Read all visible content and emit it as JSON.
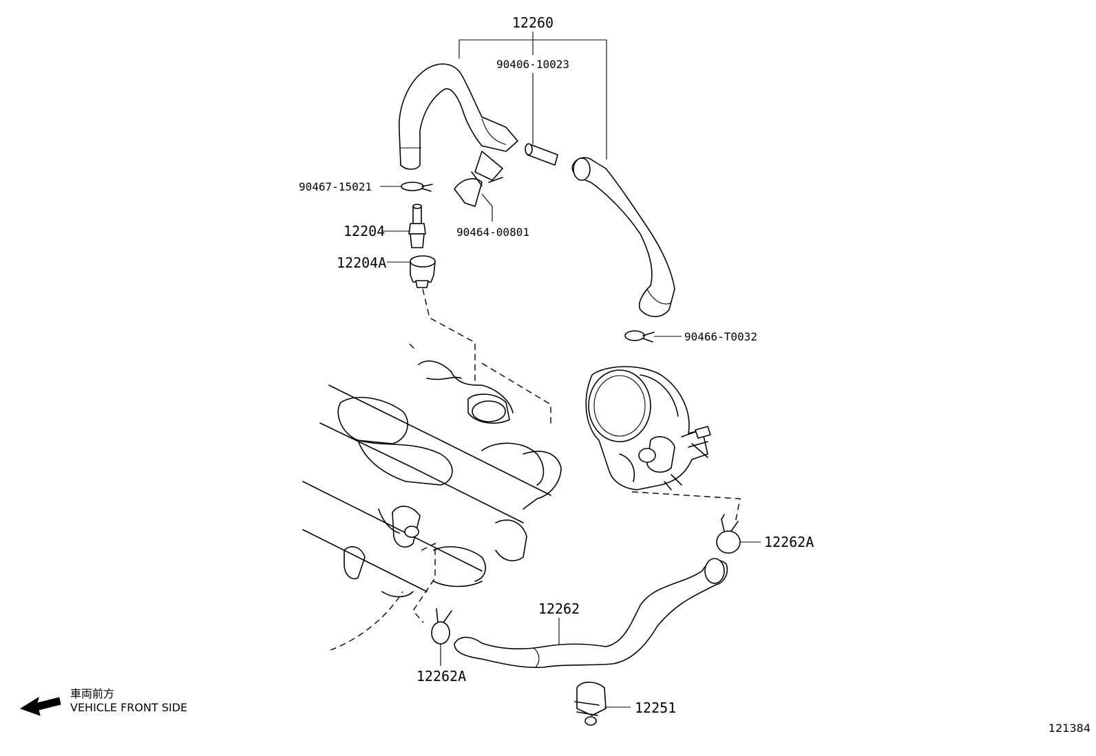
{
  "parts": {
    "hose_assembly": "12260",
    "union": "90406-10023",
    "clip_upper": "90467-15021",
    "pcv_valve": "12204",
    "grommet": "12204A",
    "clamp_upper": "90464-00801",
    "clip_throttle": "90466-T0032",
    "clip_right": "12262A",
    "hose_lower": "12262",
    "clip_left": "12262A",
    "clamp_lower": "12251"
  },
  "direction": {
    "label_jp": "車両前方",
    "label_en": "VEHICLE FRONT SIDE",
    "arrow_icon": "arrow-left-icon"
  },
  "illustration_number": "121384"
}
